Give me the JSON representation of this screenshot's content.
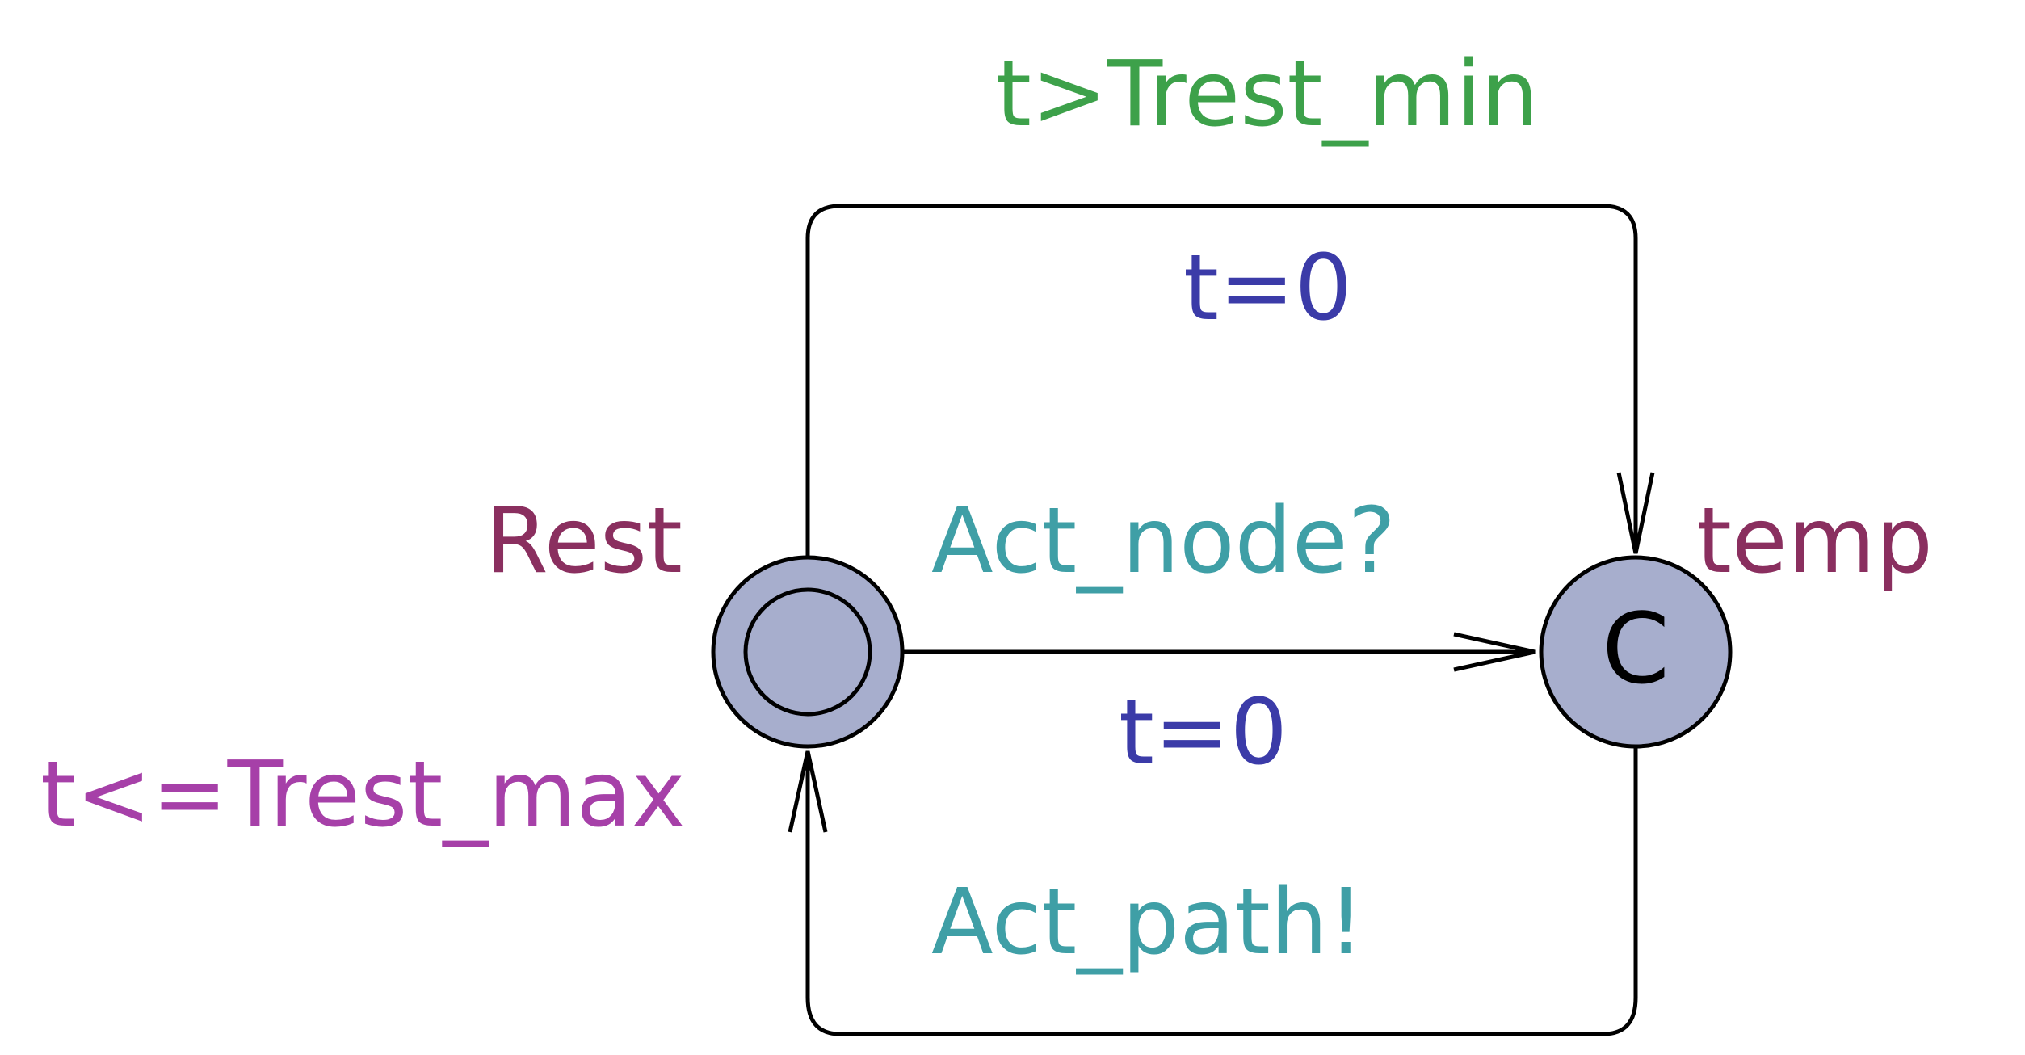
{
  "locations": {
    "rest": {
      "name": "Rest",
      "invariant": "t<=Trest_max",
      "initial": true
    },
    "temp": {
      "name": "temp",
      "committed_marker": "C",
      "committed": true
    }
  },
  "edges": {
    "top": {
      "guard": "t>Trest_min",
      "update": "t=0"
    },
    "middle": {
      "sync": "Act_node?",
      "update": "t=0"
    },
    "bottom": {
      "sync": "Act_path!"
    }
  },
  "colors": {
    "location_fill": "#a7aecd",
    "stroke": "#000000",
    "location_name": "#8a2f5f",
    "invariant": "#a640a8",
    "guard": "#3da14a",
    "update": "#3b3ba8",
    "sync": "#3f9fa6"
  }
}
